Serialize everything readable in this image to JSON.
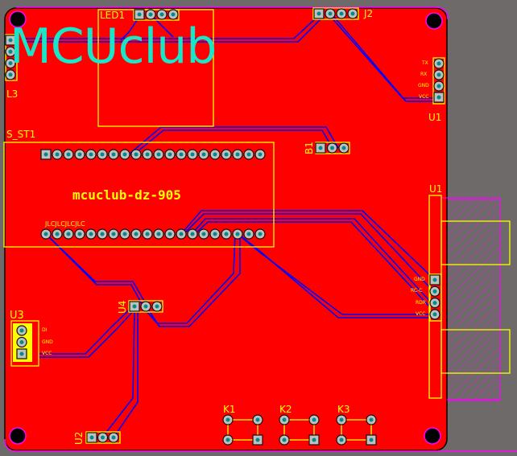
{
  "board": {
    "logo_text": "MCUclub",
    "module_text": "mcuclub-dz-905",
    "silk_text": "JLCJLCJLCJLC",
    "colors": {
      "copper": "#ff0000",
      "silk": "#ffff00",
      "trace": "#0000ff",
      "outline": "#ff00ff",
      "logo": "#19e6c8",
      "background": "#6e6a6a"
    }
  },
  "components": {
    "led1": "LED1",
    "j2": "J2",
    "l3": "L3",
    "u1_header": "U1",
    "s_st1": "S_ST1",
    "b1": "B1",
    "u4": "U4",
    "u3": "U3",
    "u2": "U2",
    "u1": "U1",
    "k1": "K1",
    "k2": "K2",
    "k3": "K3"
  },
  "pin_labels": {
    "u3": [
      "DI",
      "GND",
      "VCC"
    ],
    "u1_connector": [
      "GND",
      "RC-C",
      "RDR",
      "VCC"
    ],
    "u1_header": [
      "TX",
      "RX",
      "GND",
      "VCC"
    ]
  }
}
